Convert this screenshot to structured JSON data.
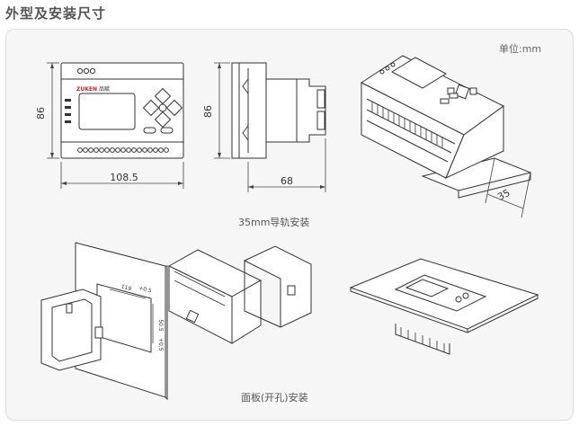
{
  "page_title": "外型及安装尺寸",
  "unit_label": "单位:mm",
  "front_view": {
    "brand": "ZUKEN",
    "brand_suffix": "品赋",
    "width_label": "108.5",
    "height_label": "86"
  },
  "side_view": {
    "height_label": "86",
    "depth_label": "68"
  },
  "iso_view": {
    "rail_width_label": "35"
  },
  "rail_caption": "35mm导轨安装",
  "panel_caption": "面板(开孔)安装",
  "panel_cutout": {
    "width_label": "119",
    "width_tol": "+0.5",
    "height_label": "50.5",
    "height_tol": "+0.5"
  }
}
